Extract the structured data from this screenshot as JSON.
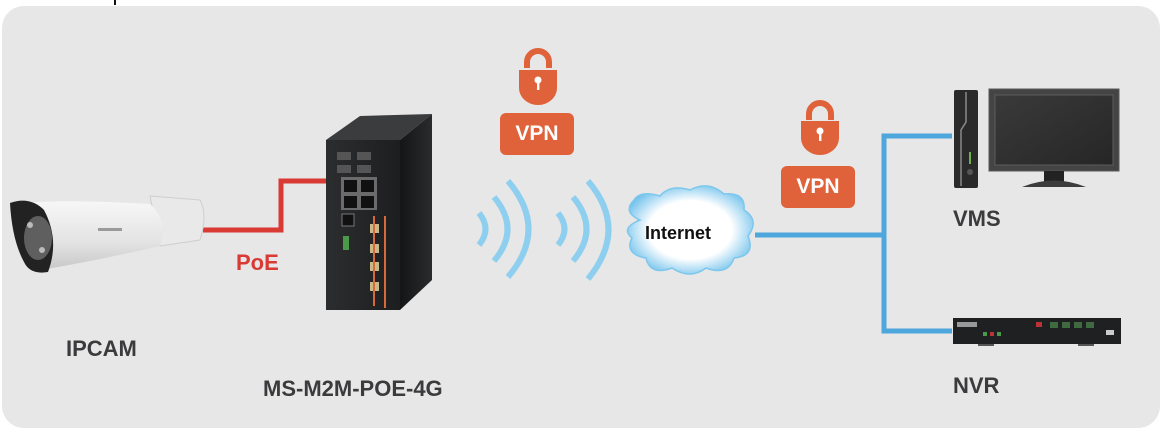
{
  "diagram": {
    "title_hidden": "",
    "nodes": {
      "ipcam": {
        "label": "IPCAM",
        "icon": "bullet-camera-icon"
      },
      "gateway": {
        "label": "MS-M2M-POE-4G",
        "icon": "industrial-router-icon"
      },
      "internet": {
        "label": "Internet",
        "icon": "cloud-icon"
      },
      "vms": {
        "label": "VMS",
        "icon": "desktop-computer-icon"
      },
      "nvr": {
        "label": "NVR",
        "icon": "nvr-recorder-icon"
      }
    },
    "links": {
      "poe": {
        "label": "PoE",
        "color": "#d93a33"
      },
      "wireless": {
        "icon": "wireless-waves-icon",
        "color": "#8ecff0"
      },
      "lan": {
        "color": "#4da6dc"
      }
    },
    "vpn_badges": [
      {
        "label": "VPN",
        "icon": "padlock-icon",
        "color": "#e0623a"
      },
      {
        "label": "VPN",
        "icon": "padlock-icon",
        "color": "#e0623a"
      }
    ]
  }
}
